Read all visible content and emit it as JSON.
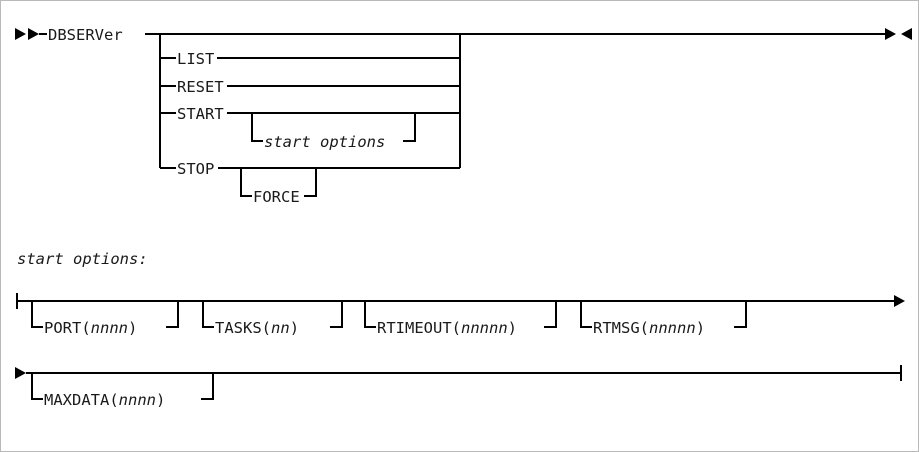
{
  "figure": {
    "kind": "railroad-syntax-diagram",
    "title_command": "DBSERVer",
    "background": "#ffffff",
    "line_color": "#000000",
    "text_color": "#1a1a1a"
  },
  "main_diagram": {
    "start_marker": "►►",
    "end_marker_right": "►",
    "end_marker_left": "◄",
    "command": "DBSERVer",
    "alternatives": [
      {
        "label": "LIST",
        "kind": "keyword"
      },
      {
        "label": "RESET",
        "kind": "keyword"
      },
      {
        "label": "START",
        "kind": "keyword",
        "optional_sub": "start options",
        "sub_kind": "fragment-ref"
      },
      {
        "label": "STOP",
        "kind": "keyword",
        "optional_sub": "FORCE",
        "sub_kind": "keyword"
      }
    ]
  },
  "fragment": {
    "heading": "start options:",
    "row1": {
      "start_marker": "|",
      "end_marker": "►",
      "options": [
        {
          "name": "PORT",
          "open": "(",
          "arg": "nnnn",
          "close": ")"
        },
        {
          "name": "TASKS",
          "open": "(",
          "arg": "nn",
          "close": ")"
        },
        {
          "name": "RTIMEOUT",
          "open": "(",
          "arg": "nnnnn",
          "close": ")"
        },
        {
          "name": "RTMSG",
          "open": "(",
          "arg": "nnnnn",
          "close": ")"
        }
      ]
    },
    "row2": {
      "start_marker": "►",
      "end_marker": "|",
      "options": [
        {
          "name": "MAXDATA",
          "open": "(",
          "arg": "nnnn",
          "close": ")"
        }
      ]
    }
  }
}
